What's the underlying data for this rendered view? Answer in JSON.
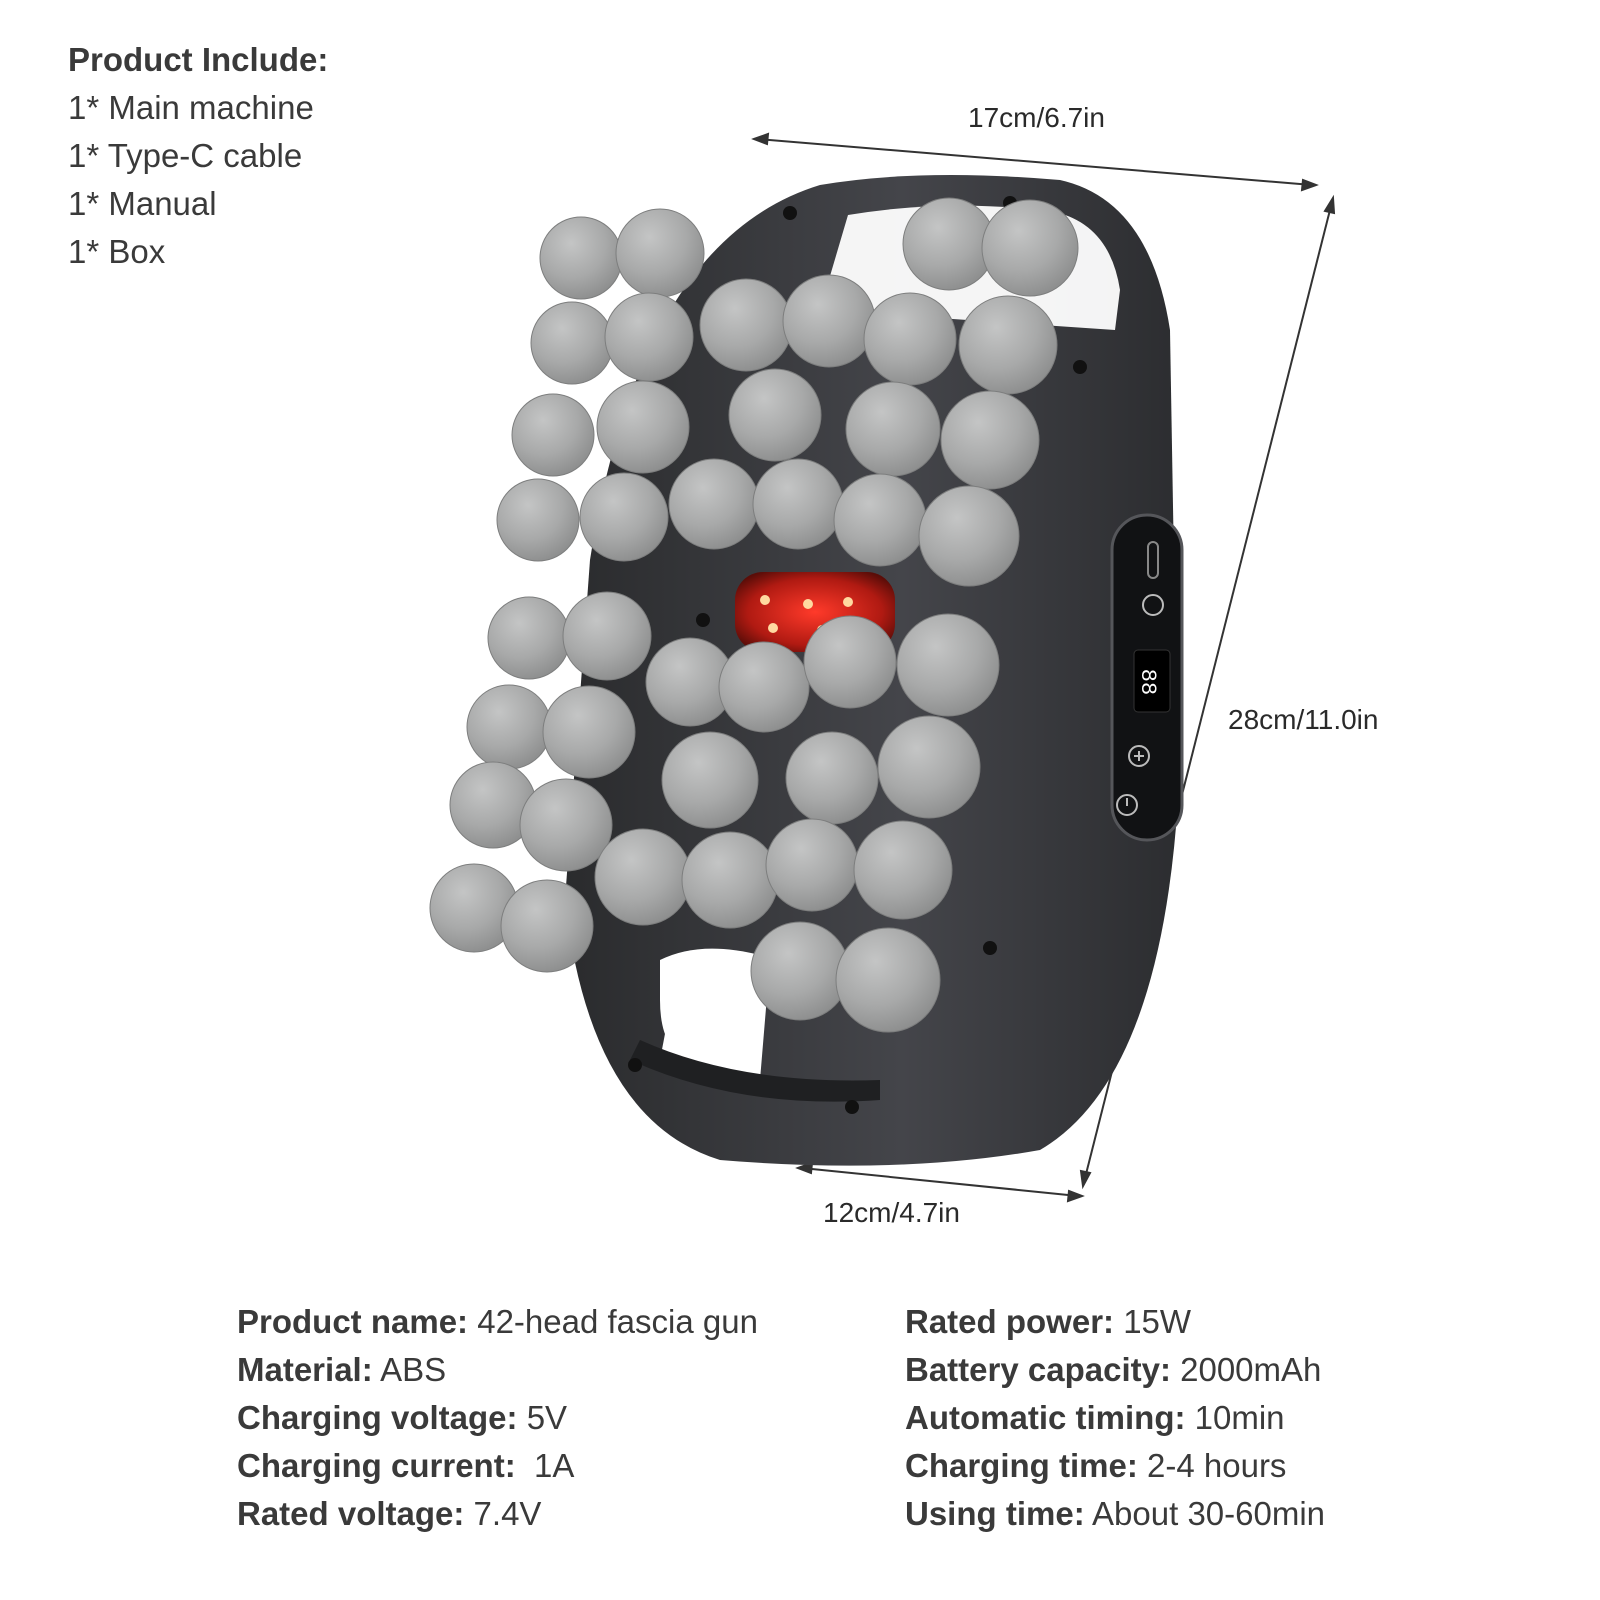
{
  "includes": {
    "heading": "Product Include:",
    "items": [
      "1* Main machine",
      "1* Type-C cable",
      "1* Manual",
      "1* Box"
    ]
  },
  "dimensions": {
    "width_top": "17cm/6.7in",
    "height": "28cm/11.0in",
    "depth_bottom": "12cm/4.7in"
  },
  "display_readout": "88",
  "specs_left": [
    {
      "label": "Product name:",
      "value": "42-head fascia gun"
    },
    {
      "label": "Material:",
      "value": "ABS"
    },
    {
      "label": "Charging voltage:",
      "value": "5V"
    },
    {
      "label": "Charging current:",
      "value": "1A"
    },
    {
      "label": "Rated voltage:",
      "value": "7.4V"
    }
  ],
  "specs_right": [
    {
      "label": "Rated power:",
      "value": "15W"
    },
    {
      "label": "Battery capacity:",
      "value": "2000mAh"
    },
    {
      "label": "Automatic timing:",
      "value": "10min"
    },
    {
      "label": "Charging time:",
      "value": "2-4 hours"
    },
    {
      "label": "Using time:",
      "value": "About 30-60min"
    }
  ],
  "colors": {
    "body": "#3b3c3f",
    "ball": "#a9aaaa",
    "red_light": "#e0221a",
    "text": "#3a3a3a"
  }
}
